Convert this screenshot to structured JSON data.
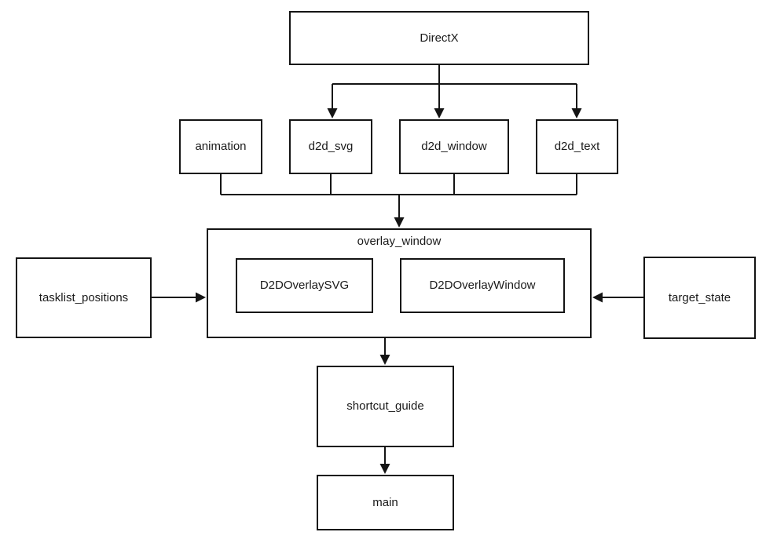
{
  "diagram": {
    "title": "module dependency flowchart",
    "colors": {
      "stroke": "#141414",
      "text": "#1a1a1a",
      "background": "#ffffff"
    },
    "nodes": {
      "directx": {
        "label": "DirectX"
      },
      "animation": {
        "label": "animation"
      },
      "d2d_svg": {
        "label": "d2d_svg"
      },
      "d2d_window": {
        "label": "d2d_window"
      },
      "d2d_text": {
        "label": "d2d_text"
      },
      "overlay_window": {
        "label": "overlay_window"
      },
      "d2d_overlay_svg": {
        "label": "D2DOverlaySVG"
      },
      "d2d_overlay_window": {
        "label": "D2DOverlayWindow"
      },
      "tasklist_positions": {
        "label": "tasklist_positions"
      },
      "target_state": {
        "label": "target_state"
      },
      "shortcut_guide": {
        "label": "shortcut_guide"
      },
      "main": {
        "label": "main"
      }
    },
    "edges": [
      {
        "from": "DirectX",
        "to": "d2d_svg",
        "arrow": "down"
      },
      {
        "from": "DirectX",
        "to": "d2d_window",
        "arrow": "down"
      },
      {
        "from": "DirectX",
        "to": "d2d_text",
        "arrow": "down"
      },
      {
        "from": "animation",
        "to": "overlay_window",
        "arrow": "down"
      },
      {
        "from": "d2d_svg",
        "to": "overlay_window",
        "arrow": "down"
      },
      {
        "from": "d2d_window",
        "to": "overlay_window",
        "arrow": "down"
      },
      {
        "from": "d2d_text",
        "to": "overlay_window",
        "arrow": "down"
      },
      {
        "from": "tasklist_positions",
        "to": "overlay_window",
        "arrow": "right"
      },
      {
        "from": "target_state",
        "to": "overlay_window",
        "arrow": "left"
      },
      {
        "from": "overlay_window",
        "to": "shortcut_guide",
        "arrow": "down"
      },
      {
        "from": "shortcut_guide",
        "to": "main",
        "arrow": "down"
      }
    ]
  }
}
